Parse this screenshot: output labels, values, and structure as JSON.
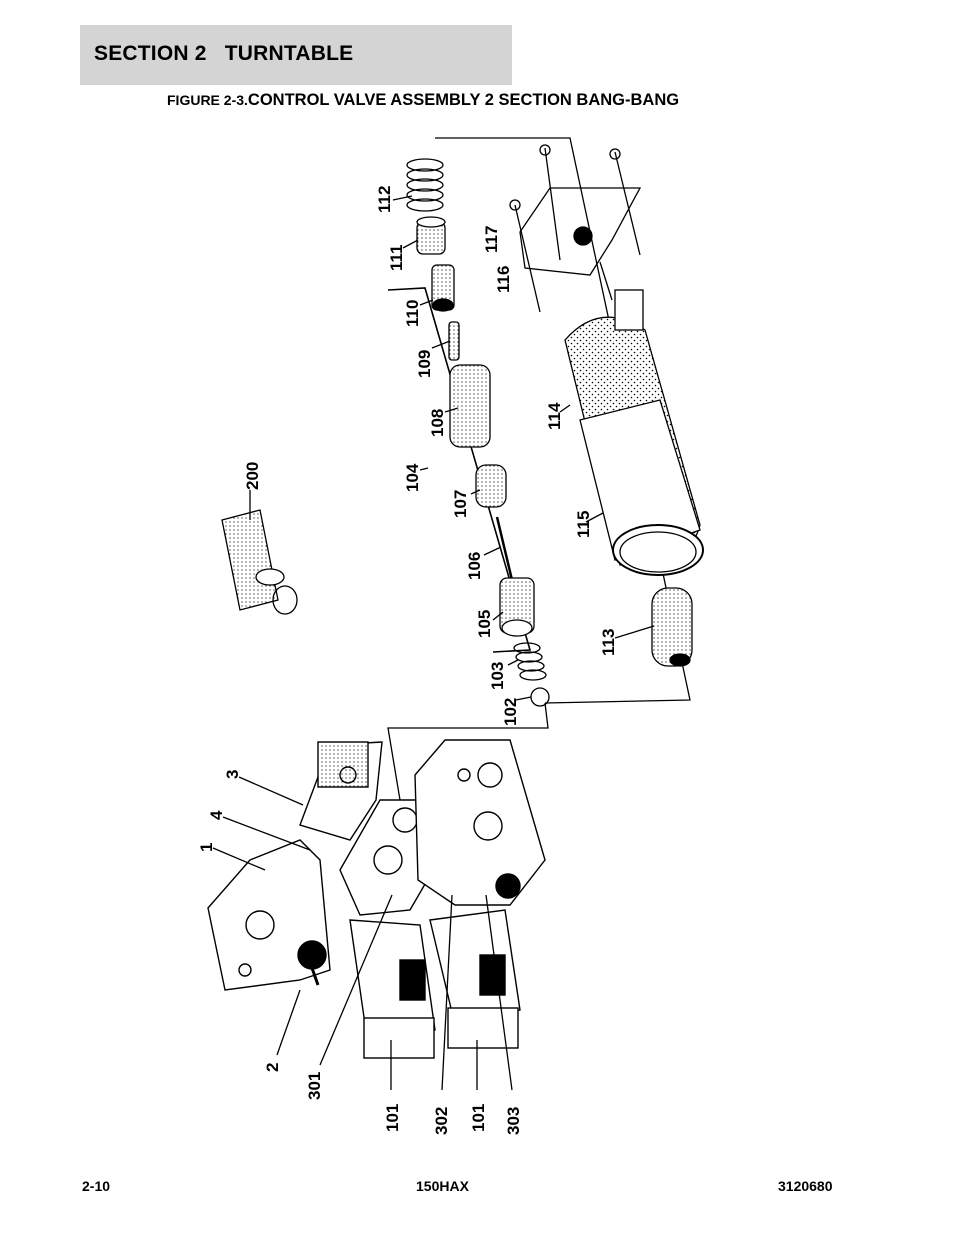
{
  "header": {
    "section_label": "SECTION 2   TURNTABLE"
  },
  "figure": {
    "prefix": "FIGURE 2-3.",
    "caption": "CONTROL VALVE ASSEMBLY 2 SECTION BANG-BANG"
  },
  "callouts": {
    "c112": "112",
    "c111": "111",
    "c110": "110",
    "c109": "109",
    "c108": "108",
    "c104": "104",
    "c107": "107",
    "c106": "106",
    "c105": "105",
    "c103": "103",
    "c102": "102",
    "c117": "117",
    "c116": "116",
    "c114": "114",
    "c115": "115",
    "c113": "113",
    "c200": "200",
    "c3": "3",
    "c4": "4",
    "c1": "1",
    "c2": "2",
    "c301": "301",
    "c101a": "101",
    "c302": "302",
    "c101b": "101",
    "c303": "303"
  },
  "footer": {
    "page_number": "2-10",
    "model": "150HAX",
    "doc_number": "3120680"
  }
}
